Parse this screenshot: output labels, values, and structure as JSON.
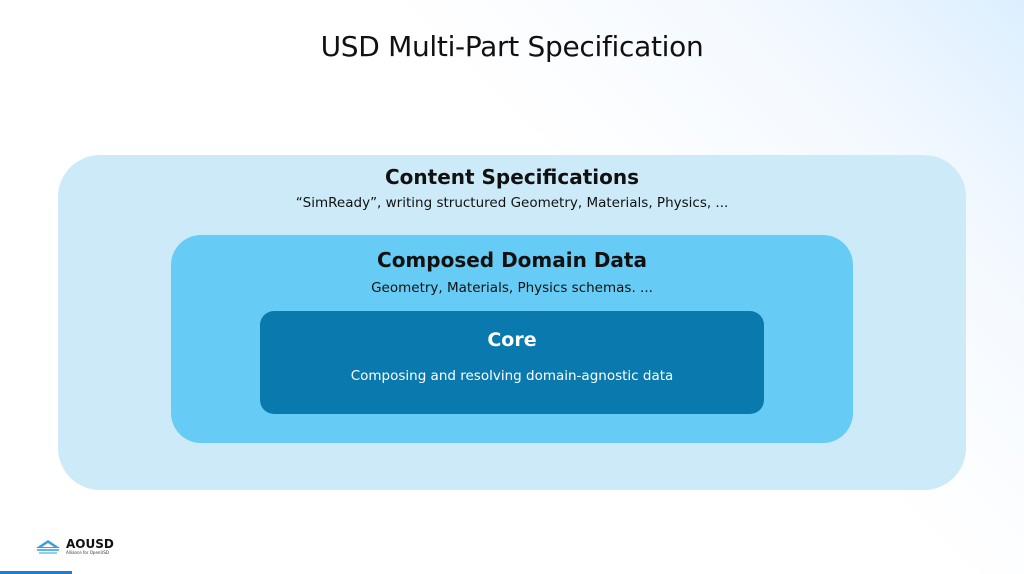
{
  "title": "USD Multi-Part Specification",
  "layers": {
    "content": {
      "heading": "Content Specifications",
      "subtitle": "“SimReady”, writing structured Geometry, Materials, Physics, ...",
      "color": "#cdeaf8"
    },
    "domain": {
      "heading": "Composed Domain Data",
      "subtitle": "Geometry, Materials, Physics schemas. ...",
      "color": "#66ccf5"
    },
    "core": {
      "heading": "Core",
      "subtitle": "Composing and resolving domain-agnostic data",
      "color": "#0a79ad"
    }
  },
  "logo": {
    "name": "AOUSD",
    "tagline": "Alliance for OpenUSD",
    "icon": "pyramid-logo-icon"
  }
}
